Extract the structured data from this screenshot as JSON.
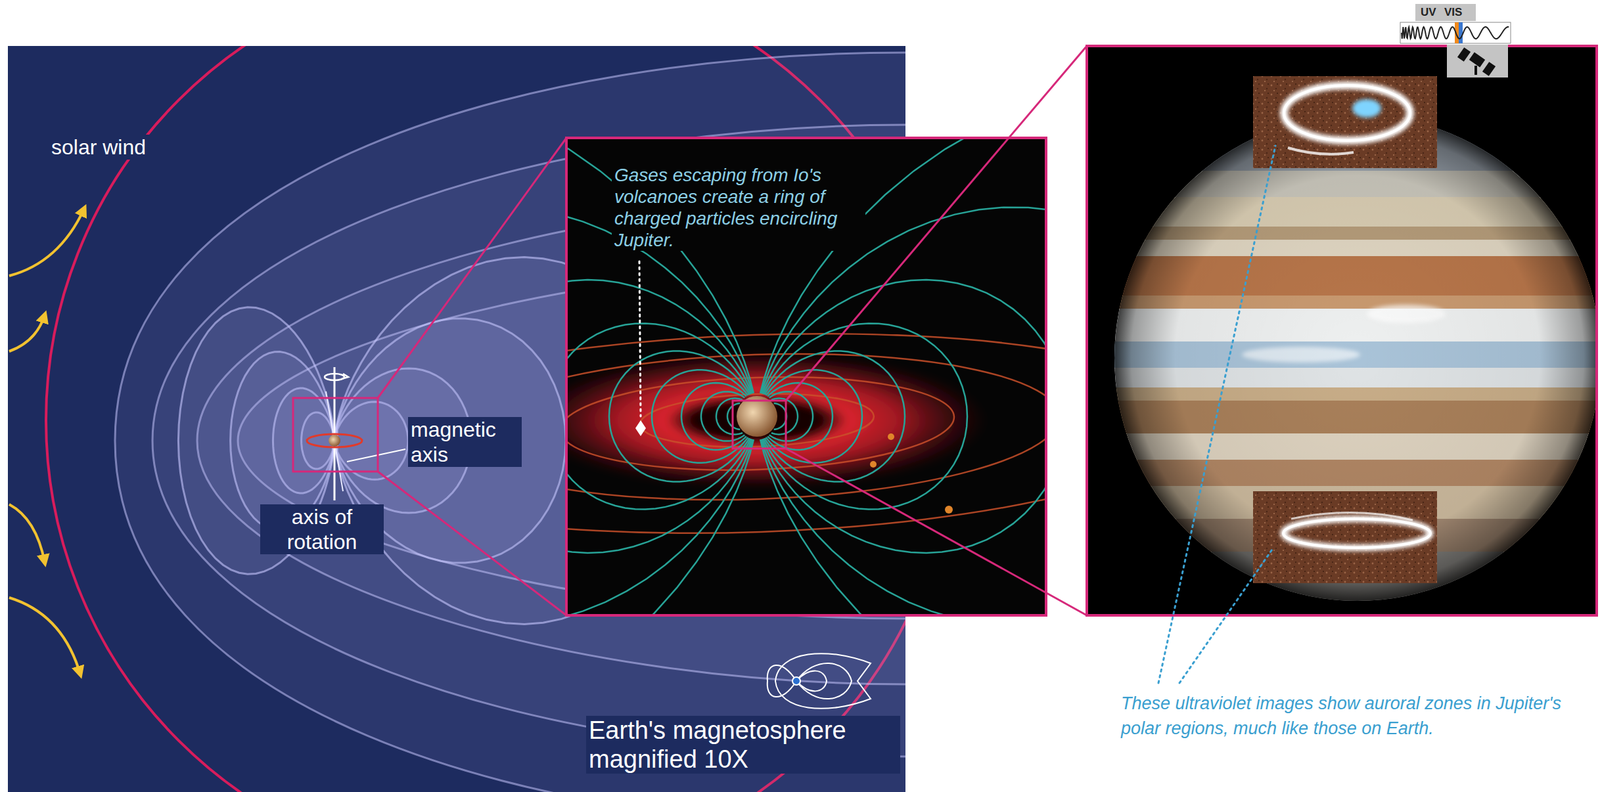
{
  "diagram": {
    "labels": [
      "UV",
      "VIS",
      "solar wind",
      "Gases escaping from Io's volcanoes create a ring of charged particles encircling Jupiter.",
      "magnetic axis",
      "axis of rotation",
      "Earth's magnetosphere magnified 10X",
      "These ultraviolet images show auroral zones in Jupiter's polar regions, much like those on Earth."
    ]
  }
}
